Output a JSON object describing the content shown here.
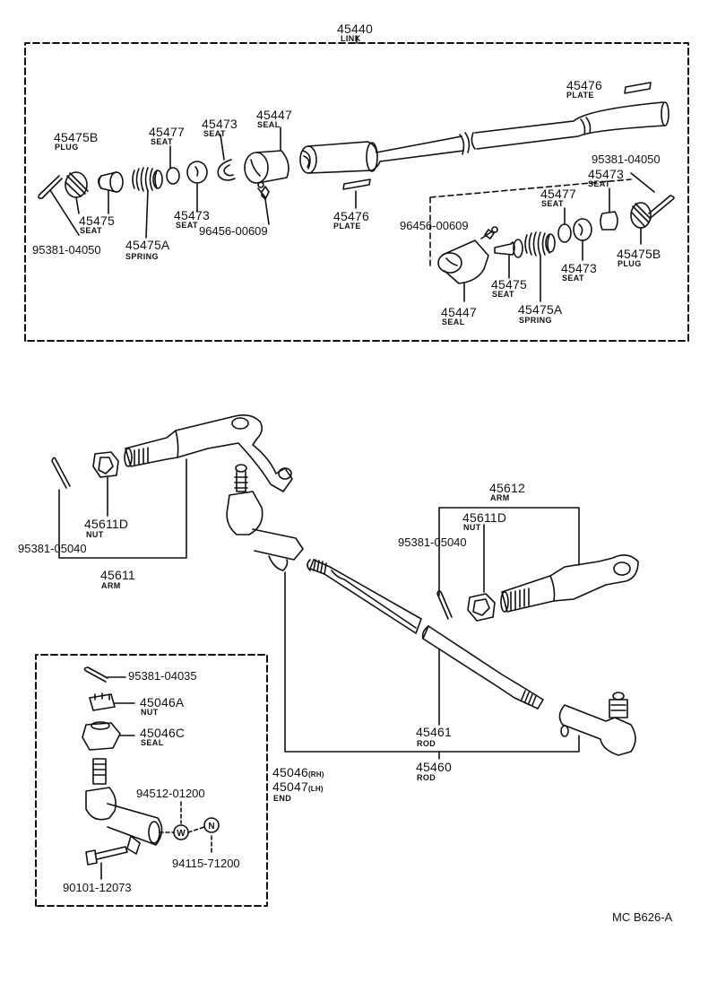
{
  "link_group": {
    "number": "45440",
    "name": "LINK"
  },
  "parts": [
    {
      "key": "plug_l",
      "number": "45475B",
      "name": "PLUG"
    },
    {
      "key": "seat_l1",
      "number": "45477",
      "name": "SEAT"
    },
    {
      "key": "seat_l2",
      "number": "45473",
      "name": "SEAT"
    },
    {
      "key": "seal_l",
      "number": "45447",
      "name": "SEAL"
    },
    {
      "key": "plate_r",
      "number": "45476",
      "name": "PLATE"
    },
    {
      "key": "seat_l3",
      "number": "45475",
      "name": "SEAT"
    },
    {
      "key": "spring_l",
      "number": "45475A",
      "name": "SPRING"
    },
    {
      "key": "seat_l4",
      "number": "45473",
      "name": "SEAT"
    },
    {
      "key": "plate_c",
      "number": "45476",
      "name": "PLATE"
    },
    {
      "key": "seat_r1",
      "number": "45473",
      "name": "SEAT"
    },
    {
      "key": "seat_r2",
      "number": "45477",
      "name": "SEAT"
    },
    {
      "key": "seat_r3",
      "number": "45473",
      "name": "SEAT"
    },
    {
      "key": "plug_r",
      "number": "45475B",
      "name": "PLUG"
    },
    {
      "key": "seat_r4",
      "number": "45475",
      "name": "SEAT"
    },
    {
      "key": "seal_r",
      "number": "45447",
      "name": "SEAL"
    },
    {
      "key": "spring_r",
      "number": "45475A",
      "name": "SPRING"
    },
    {
      "key": "arm_r",
      "number": "45612",
      "name": "ARM"
    },
    {
      "key": "nut_r",
      "number": "45611D",
      "name": "NUT"
    },
    {
      "key": "nut_l",
      "number": "45611D",
      "name": "NUT"
    },
    {
      "key": "arm_l",
      "number": "45611",
      "name": "ARM"
    },
    {
      "key": "nut_end",
      "number": "45046A",
      "name": "NUT"
    },
    {
      "key": "seal_end",
      "number": "45046C",
      "name": "SEAL"
    },
    {
      "key": "rod1",
      "number": "45461",
      "name": "ROD"
    },
    {
      "key": "rod2",
      "number": "45460",
      "name": "ROD"
    }
  ],
  "part_refs": [
    {
      "key": "pin_l",
      "text": "95381-04050"
    },
    {
      "key": "pin_r",
      "text": "95381-04050"
    },
    {
      "key": "fit_l",
      "text": "96456-00609"
    },
    {
      "key": "fit_r",
      "text": "96456-00609"
    },
    {
      "key": "pin_arm_r",
      "text": "95381-05040"
    },
    {
      "key": "pin_arm_l",
      "text": "95381-05040"
    },
    {
      "key": "pin_end",
      "text": "95381-04035"
    },
    {
      "key": "washer",
      "text": "94512-01200"
    },
    {
      "key": "nut_small",
      "text": "94115-71200"
    },
    {
      "key": "bolt",
      "text": "90101-12073"
    }
  ],
  "end_group": {
    "number_rh": "45046",
    "tag_rh": "(RH)",
    "number_lh": "45047",
    "tag_lh": "(LH)",
    "name": "END"
  },
  "circle_labels": {
    "washer": "W",
    "nut": "N"
  },
  "figure_code": "MC B626-A"
}
